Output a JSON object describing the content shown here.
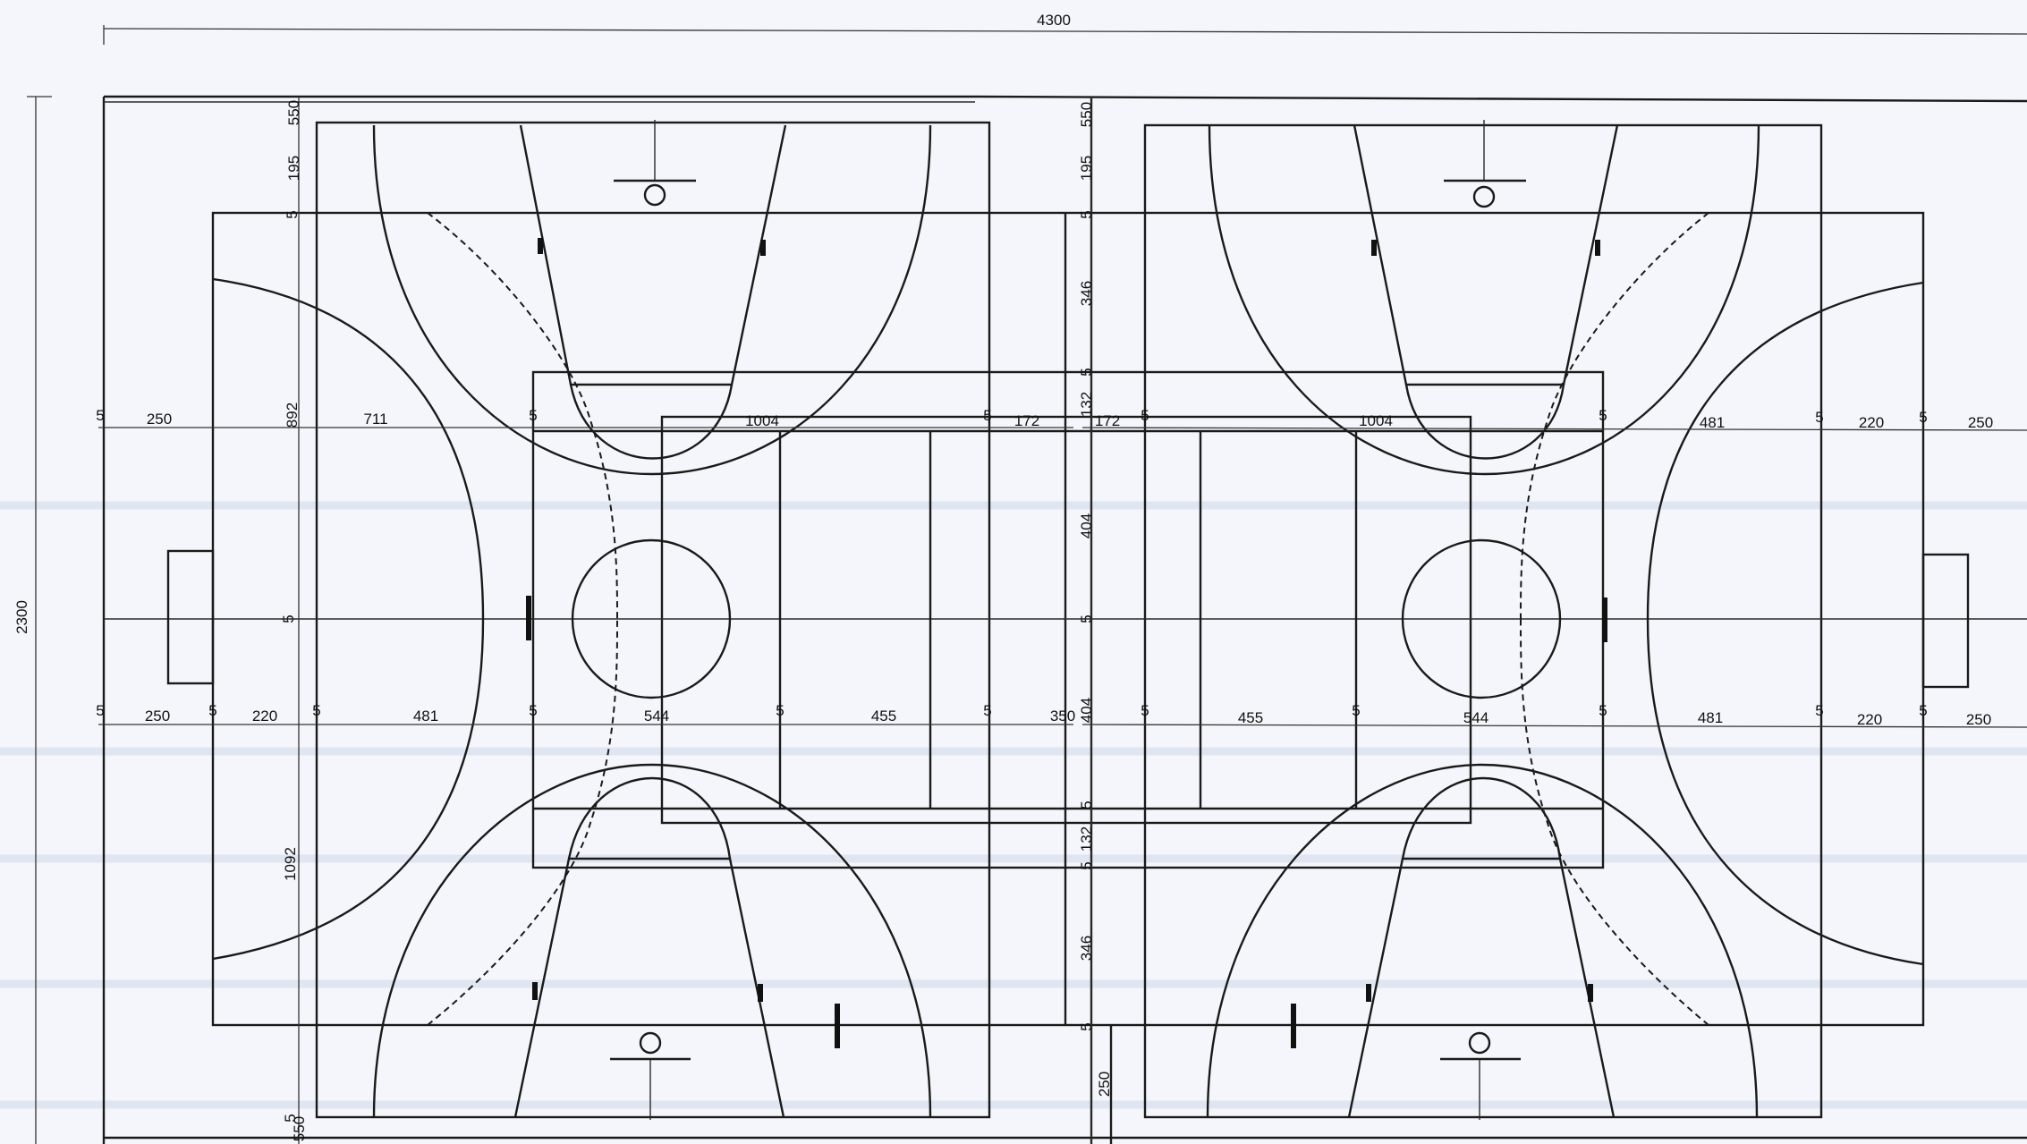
{
  "drawing": {
    "total_width": "4300",
    "total_height": "2300",
    "row_top_left": [
      "250",
      "711",
      "1004",
      "172"
    ],
    "row_top_right": [
      "172",
      "1004",
      "481",
      "220",
      "250"
    ],
    "row_bottom_left": [
      "250",
      "220",
      "481",
      "544",
      "455",
      "350"
    ],
    "row_bottom_right": [
      "455",
      "544",
      "481",
      "220",
      "250"
    ],
    "left_vertical": [
      "195",
      "892",
      "1092",
      "5"
    ],
    "center_vertical": [
      "195",
      "346",
      "132",
      "404",
      "404",
      "132",
      "346",
      "250"
    ],
    "small_marks": [
      "5",
      "550"
    ]
  }
}
